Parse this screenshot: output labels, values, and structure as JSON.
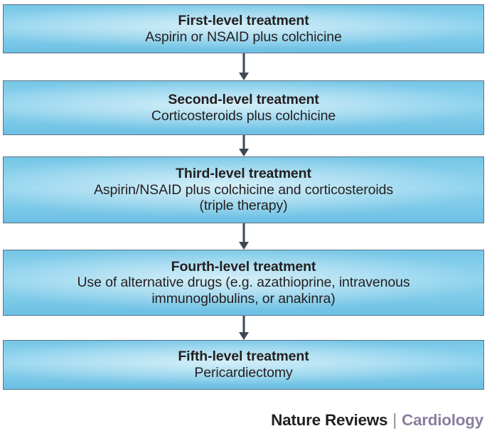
{
  "diagram": {
    "type": "flowchart",
    "orientation": "vertical",
    "arrow_icon": "down-arrow-icon",
    "colors": {
      "box_fill_light": "#8ed3ed",
      "box_fill_dark": "#6cc0e4",
      "box_border": "#5d7286",
      "arrow": "#3d4a55",
      "text": "#231f20",
      "journal_accent": "#8b7f9e"
    },
    "steps": [
      {
        "id": "first-level",
        "title": "First-level treatment",
        "lines": [
          "Aspirin or NSAID plus colchicine"
        ]
      },
      {
        "id": "second-level",
        "title": "Second-level treatment",
        "lines": [
          "Corticosteroids plus colchicine"
        ]
      },
      {
        "id": "third-level",
        "title": "Third-level treatment",
        "lines": [
          "Aspirin/NSAID plus colchicine and corticosteroids",
          "(triple therapy)"
        ]
      },
      {
        "id": "fourth-level",
        "title": "Fourth-level treatment",
        "lines": [
          "Use of alternative drugs (e.g. azathioprine, intravenous",
          "immunoglobulins, or anakinra)"
        ]
      },
      {
        "id": "fifth-level",
        "title": "Fifth-level treatment",
        "lines": [
          "Pericardiectomy"
        ]
      }
    ]
  },
  "branding": {
    "publisher": "Nature Reviews",
    "separator": "|",
    "journal": "Cardiology"
  }
}
